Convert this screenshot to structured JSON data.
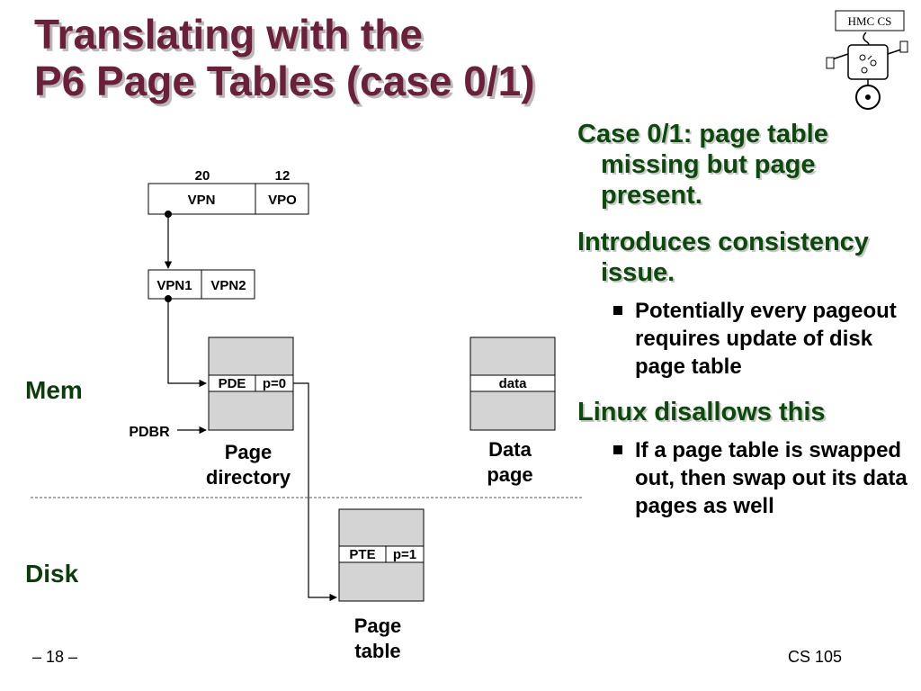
{
  "title": {
    "line1": "Translating with the",
    "line2": "P6 Page Tables (case 0/1)"
  },
  "logo": {
    "text": "HMC CS"
  },
  "diagram": {
    "virtual_address": {
      "vpn_bits": "20",
      "vpo_bits": "12",
      "vpn": "VPN",
      "vpo": "VPO"
    },
    "vpn_split": {
      "vpn1": "VPN1",
      "vpn2": "VPN2"
    },
    "page_directory": {
      "entry": "PDE",
      "flag": "p=0",
      "caption_line1": "Page",
      "caption_line2": "directory"
    },
    "data_page": {
      "entry": "data",
      "caption_line1": "Data",
      "caption_line2": "page"
    },
    "page_table": {
      "entry": "PTE",
      "flag": "p=1",
      "caption_line1": "Page",
      "caption_line2": "table"
    },
    "pdbr": "PDBR",
    "mem_label": "Mem",
    "disk_label": "Disk"
  },
  "bullets": [
    {
      "text": "Case 0/1: page table missing but page present."
    },
    {
      "text": "Introduces consistency issue."
    },
    {
      "text": "Potentially every pageout requires update of disk page table"
    },
    {
      "text": "Linux disallows this"
    },
    {
      "text": "If a page table is swapped out, then swap out its data pages as well"
    }
  ],
  "footer": {
    "page": "– 18 –",
    "course": "CS 105"
  },
  "colors": {
    "title": "#6b1f3a",
    "heading": "#0b4a0b",
    "box_fill": "#d4d4d4"
  }
}
